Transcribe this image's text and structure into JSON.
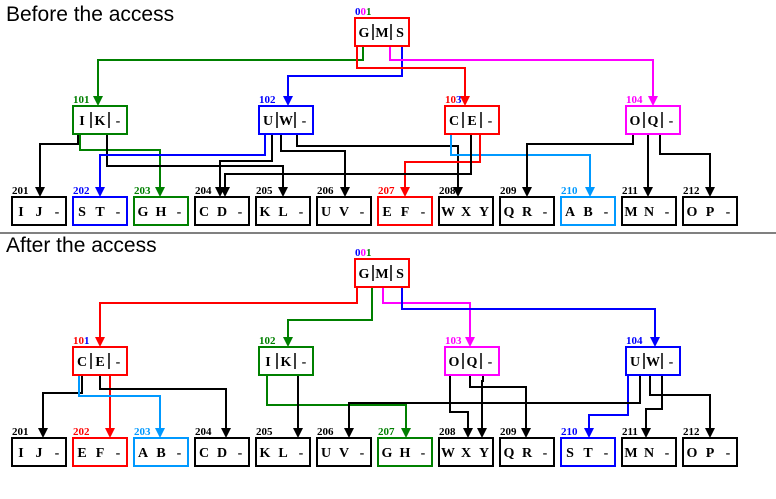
{
  "panels": [
    {
      "title": "Before the access",
      "root": {
        "id_parts": [
          {
            "text": "0",
            "color": "#0000ff"
          },
          {
            "text": "0",
            "color": "#ff00ff"
          },
          {
            "text": "1",
            "color": "#008000"
          }
        ],
        "keys": [
          "G",
          "M",
          "S"
        ],
        "color": "#ff0000"
      },
      "internal": [
        {
          "id": "101",
          "keys": [
            "I",
            "K",
            "-"
          ],
          "color": "#008000"
        },
        {
          "id": "102",
          "keys": [
            "U",
            "W",
            "-"
          ],
          "color": "#0000ff"
        },
        {
          "id_parts": [
            {
              "text": "10",
              "color": "#ff0000"
            },
            {
              "text": "3",
              "color": "#0000ff"
            }
          ],
          "keys": [
            "C",
            "E",
            "-"
          ],
          "color": "#ff0000"
        },
        {
          "id": "104",
          "keys": [
            "O",
            "Q",
            "-"
          ],
          "color": "#ff00ff"
        }
      ],
      "leaves": [
        {
          "id": "201",
          "keys": [
            "I",
            "J",
            "-"
          ],
          "color": "#000000"
        },
        {
          "id": "202",
          "keys": [
            "S",
            "T",
            "-"
          ],
          "color": "#0000ff"
        },
        {
          "id": "203",
          "keys": [
            "G",
            "H",
            "-"
          ],
          "color": "#008000"
        },
        {
          "id": "204",
          "keys": [
            "C",
            "D",
            "-"
          ],
          "color": "#000000"
        },
        {
          "id": "205",
          "keys": [
            "K",
            "L",
            "-"
          ],
          "color": "#000000"
        },
        {
          "id": "206",
          "keys": [
            "U",
            "V",
            "-"
          ],
          "color": "#000000"
        },
        {
          "id": "207",
          "keys": [
            "E",
            "F",
            "-"
          ],
          "color": "#ff0000"
        },
        {
          "id": "208",
          "keys": [
            "W",
            "X",
            "Y"
          ],
          "color": "#000000"
        },
        {
          "id": "209",
          "keys": [
            "Q",
            "R",
            "-"
          ],
          "color": "#000000"
        },
        {
          "id": "210",
          "keys": [
            "A",
            "B",
            "-"
          ],
          "color": "#0099ff"
        },
        {
          "id": "211",
          "keys": [
            "M",
            "N",
            "-"
          ],
          "color": "#000000"
        },
        {
          "id": "212",
          "keys": [
            "O",
            "P",
            "-"
          ],
          "color": "#000000"
        }
      ]
    },
    {
      "title": "After the access",
      "root": {
        "id_parts": [
          {
            "text": "0",
            "color": "#0000ff"
          },
          {
            "text": "0",
            "color": "#ff00ff"
          },
          {
            "text": "1",
            "color": "#008000"
          }
        ],
        "keys": [
          "G",
          "M",
          "S"
        ],
        "color": "#ff0000"
      },
      "internal": [
        {
          "id_parts": [
            {
              "text": "10",
              "color": "#ff0000"
            },
            {
              "text": "1",
              "color": "#0000ff"
            }
          ],
          "keys": [
            "C",
            "E",
            "-"
          ],
          "color": "#ff0000"
        },
        {
          "id": "102",
          "keys": [
            "I",
            "K",
            "-"
          ],
          "color": "#008000"
        },
        {
          "id": "103",
          "keys": [
            "O",
            "Q",
            "-"
          ],
          "color": "#ff00ff"
        },
        {
          "id": "104",
          "keys": [
            "U",
            "W",
            "-"
          ],
          "color": "#0000ff"
        }
      ],
      "leaves": [
        {
          "id": "201",
          "keys": [
            "I",
            "J",
            "-"
          ],
          "color": "#000000"
        },
        {
          "id": "202",
          "keys": [
            "E",
            "F",
            "-"
          ],
          "color": "#ff0000"
        },
        {
          "id": "203",
          "keys": [
            "A",
            "B",
            "-"
          ],
          "color": "#0099ff"
        },
        {
          "id": "204",
          "keys": [
            "C",
            "D",
            "-"
          ],
          "color": "#000000"
        },
        {
          "id": "205",
          "keys": [
            "K",
            "L",
            "-"
          ],
          "color": "#000000"
        },
        {
          "id": "206",
          "keys": [
            "U",
            "V",
            "-"
          ],
          "color": "#000000"
        },
        {
          "id": "207",
          "keys": [
            "G",
            "H",
            "-"
          ],
          "color": "#008000"
        },
        {
          "id": "208",
          "keys": [
            "W",
            "X",
            "Y"
          ],
          "color": "#000000"
        },
        {
          "id": "209",
          "keys": [
            "Q",
            "R",
            "-"
          ],
          "color": "#000000"
        },
        {
          "id": "210",
          "keys": [
            "S",
            "T",
            "-"
          ],
          "color": "#0000ff"
        },
        {
          "id": "211",
          "keys": [
            "M",
            "N",
            "-"
          ],
          "color": "#000000"
        },
        {
          "id": "212",
          "keys": [
            "O",
            "P",
            "-"
          ],
          "color": "#000000"
        }
      ]
    }
  ]
}
